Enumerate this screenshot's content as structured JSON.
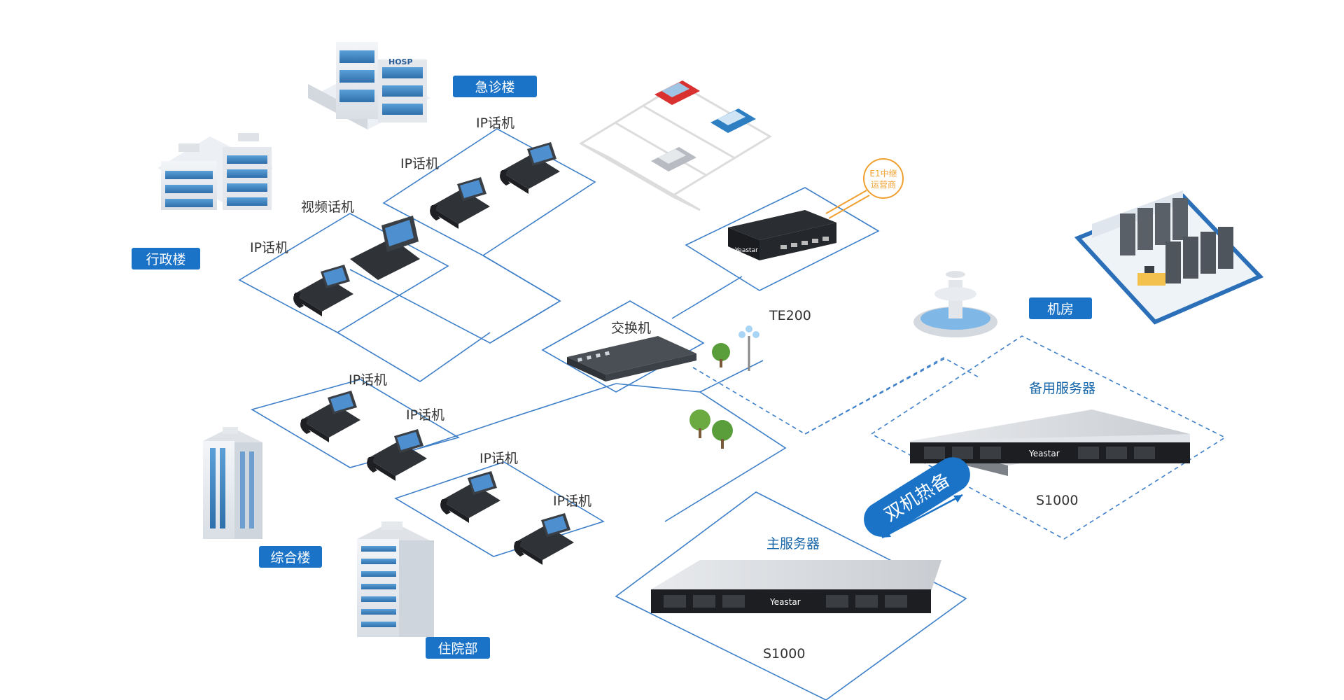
{
  "colors": {
    "accent": "#1a73c7",
    "outline": "#3d7fc8",
    "orange": "#f0a030",
    "tag_bg": "#1a73c7"
  },
  "buildings": {
    "emergency": "急诊楼",
    "admin": "行政楼",
    "general": "综合楼",
    "inpatient": "住院部",
    "machine_room": "机房"
  },
  "phones": {
    "ip_phone": "IP话机",
    "video_phone": "视频话机"
  },
  "network": {
    "switch": "交换机",
    "gateway": "TE200",
    "trunk_line1": "E1中继",
    "trunk_line2": "运营商",
    "brand": "Yeastar"
  },
  "servers": {
    "primary_title": "主服务器",
    "primary_model": "S1000",
    "backup_title": "备用服务器",
    "backup_model": "S1000",
    "hot_standby": "双机热备"
  }
}
